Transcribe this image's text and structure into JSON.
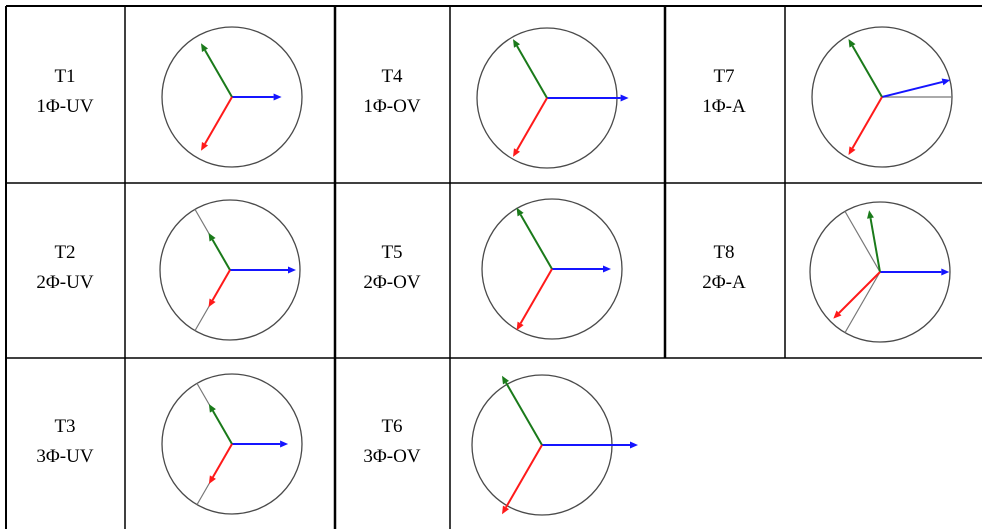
{
  "colors": {
    "phase_a": "#1515ff",
    "phase_b": "#1a7a1a",
    "phase_c": "#ff1a1a",
    "reference": "#777777",
    "circle": "#4a4a4a",
    "border": "#000000"
  },
  "cases": [
    {
      "id": "t1",
      "title": "T1",
      "subtitle": "1Φ-UV",
      "phasors": [
        {
          "phase": "a",
          "magnitude": 0.8,
          "angle": 0
        },
        {
          "phase": "b",
          "magnitude": 1.0,
          "angle": 120
        },
        {
          "phase": "c",
          "magnitude": 1.0,
          "angle": 240
        }
      ],
      "reference_lines": []
    },
    {
      "id": "t2",
      "title": "T2",
      "subtitle": "2Φ-UV",
      "phasors": [
        {
          "phase": "a",
          "magnitude": 1.0,
          "angle": 0
        },
        {
          "phase": "b",
          "magnitude": 0.65,
          "angle": 120
        },
        {
          "phase": "c",
          "magnitude": 0.65,
          "angle": 240
        }
      ],
      "reference_lines": [
        {
          "magnitude": 1.0,
          "angle": 120
        },
        {
          "magnitude": 1.0,
          "angle": 240
        }
      ]
    },
    {
      "id": "t3",
      "title": "T3",
      "subtitle": "3Φ-UV",
      "phasors": [
        {
          "phase": "a",
          "magnitude": 0.85,
          "angle": 0
        },
        {
          "phase": "b",
          "magnitude": 0.7,
          "angle": 120
        },
        {
          "phase": "c",
          "magnitude": 0.7,
          "angle": 240
        }
      ],
      "reference_lines": [
        {
          "magnitude": 1.0,
          "angle": 120
        },
        {
          "magnitude": 1.0,
          "angle": 240
        }
      ]
    },
    {
      "id": "t4",
      "title": "T4",
      "subtitle": "1Φ-OV",
      "phasors": [
        {
          "phase": "a",
          "magnitude": 1.2,
          "angle": 0
        },
        {
          "phase": "b",
          "magnitude": 1.0,
          "angle": 120
        },
        {
          "phase": "c",
          "magnitude": 1.0,
          "angle": 240
        }
      ],
      "reference_lines": []
    },
    {
      "id": "t5",
      "title": "T5",
      "subtitle": "2Φ-OV",
      "phasors": [
        {
          "phase": "a",
          "magnitude": 1.0,
          "angle": 0
        },
        {
          "phase": "b",
          "magnitude": 1.2,
          "angle": 120
        },
        {
          "phase": "c",
          "magnitude": 1.2,
          "angle": 240
        }
      ],
      "reference_lines": []
    },
    {
      "id": "t6",
      "title": "T6",
      "subtitle": "3Φ-OV",
      "phasors": [
        {
          "phase": "a",
          "magnitude": 1.5,
          "angle": 0
        },
        {
          "phase": "b",
          "magnitude": 1.25,
          "angle": 120
        },
        {
          "phase": "c",
          "magnitude": 1.25,
          "angle": 240
        }
      ],
      "reference_lines": []
    },
    {
      "id": "t7",
      "title": "T7",
      "subtitle": "1Φ-A",
      "phasors": [
        {
          "phase": "a",
          "magnitude": 1.05,
          "angle": 14
        },
        {
          "phase": "b",
          "magnitude": 1.0,
          "angle": 120
        },
        {
          "phase": "c",
          "magnitude": 1.0,
          "angle": 240
        }
      ],
      "reference_lines": [
        {
          "magnitude": 1.0,
          "angle": 0
        }
      ]
    },
    {
      "id": "t8",
      "title": "T8",
      "subtitle": "2Φ-A",
      "phasors": [
        {
          "phase": "a",
          "magnitude": 1.05,
          "angle": 0
        },
        {
          "phase": "b",
          "magnitude": 0.95,
          "angle": 100
        },
        {
          "phase": "c",
          "magnitude": 1.0,
          "angle": 225
        }
      ],
      "reference_lines": [
        {
          "magnitude": 1.0,
          "angle": 120
        },
        {
          "magnitude": 1.0,
          "angle": 240
        }
      ]
    }
  ]
}
